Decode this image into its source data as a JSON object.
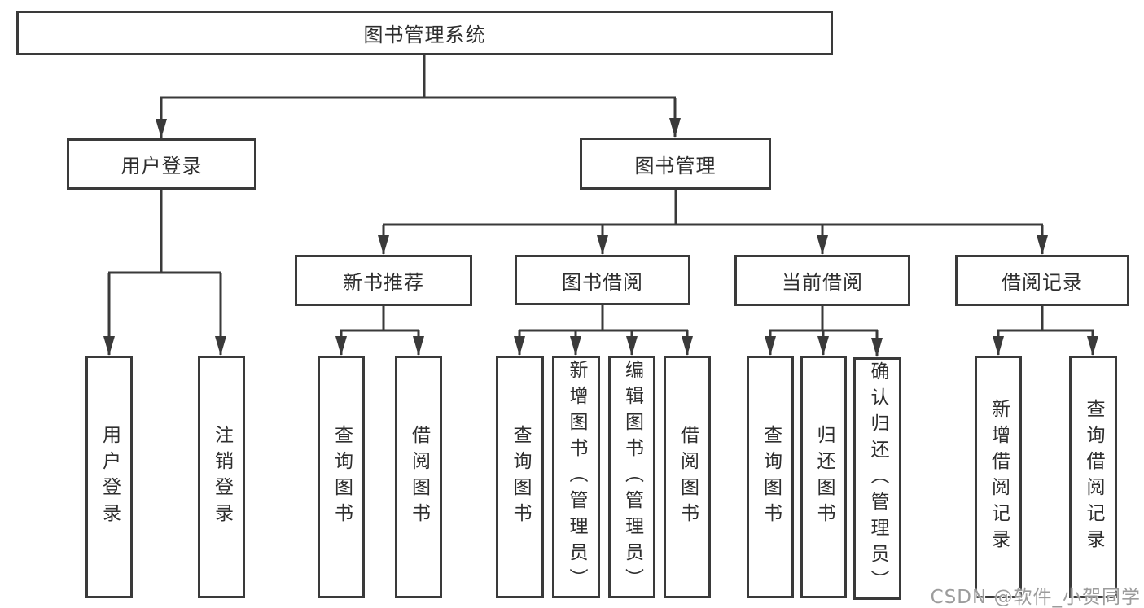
{
  "diagram": {
    "title": "图书管理系统",
    "watermark": "CSDN @软件_小贺同学",
    "colors": {
      "line": "#3a3a3a",
      "box_border": "#3a3a3a",
      "text": "#2e2e2e",
      "background": "#ffffff",
      "watermark": "#949494"
    },
    "tree": {
      "label": "图书管理系统",
      "children": [
        {
          "label": "用户登录",
          "children": [
            {
              "label": "用户登录"
            },
            {
              "label": "注销登录"
            }
          ]
        },
        {
          "label": "图书管理",
          "children": [
            {
              "label": "新书推荐",
              "children": [
                {
                  "label": "查询图书"
                },
                {
                  "label": "借阅图书"
                }
              ]
            },
            {
              "label": "图书借阅",
              "children": [
                {
                  "label": "查询图书"
                },
                {
                  "label": "新增图书（管理员）"
                },
                {
                  "label": "编辑图书（管理员）"
                },
                {
                  "label": "借阅图书"
                }
              ]
            },
            {
              "label": "当前借阅",
              "children": [
                {
                  "label": "查询图书"
                },
                {
                  "label": "归还图书"
                },
                {
                  "label": "确认归还（管理员）"
                }
              ]
            },
            {
              "label": "借阅记录",
              "children": [
                {
                  "label": "新增借阅记录"
                },
                {
                  "label": "查询借阅记录"
                }
              ]
            }
          ]
        }
      ]
    }
  }
}
